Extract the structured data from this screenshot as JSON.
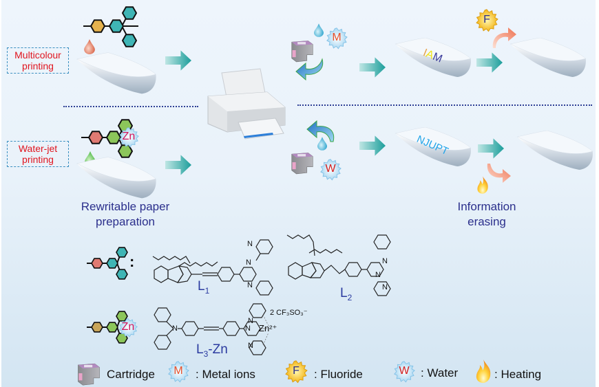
{
  "figure": {
    "rows": [
      {
        "id": "multicolour",
        "label_line1": "Multicolour",
        "label_line2": "printing",
        "paper_text": "IAM",
        "cartridge_badge": "M",
        "erase_badge": "F"
      },
      {
        "id": "water-jet",
        "label_line1": "Water-jet",
        "label_line2": "printing",
        "complex_badge": "Zn",
        "paper_text": "NJUPT",
        "cartridge_badge": "W"
      }
    ],
    "captions": {
      "preparation_line1": "Rewritable paper",
      "preparation_line2": "preparation",
      "erasing_line1": "Information",
      "erasing_line2": "erasing"
    },
    "molecules": {
      "colon": ":",
      "l1_main": "L",
      "l1_sub": "1",
      "l2_main": "L",
      "l2_sub": "2",
      "l3_main": "L",
      "l3_sub": "3",
      "l3_suffix": "-Zn",
      "zn_badge": "Zn",
      "counter_ion": "2 CF₃SO₃⁻",
      "zn_ion": "Zn²⁺",
      "n_atom": "N"
    },
    "legend": [
      {
        "icon": "cartridge-icon",
        "label": "Cartridge"
      },
      {
        "icon": "metal-ion-badge-icon",
        "badge": "M",
        "label": ":  Metal ions"
      },
      {
        "icon": "fluoride-badge-icon",
        "badge": "F",
        "label": ":  Fluoride"
      },
      {
        "icon": "water-badge-icon",
        "badge": "W",
        "label": ": Water"
      },
      {
        "icon": "flame-icon",
        "label": ": Heating"
      }
    ],
    "colors": {
      "label_red": "#e0141e",
      "caption_navy": "#2b2f8c",
      "teal_hex": "#3fb5b5",
      "orange_hex": "#e5b24d",
      "red_hex": "#e07a72",
      "green_hex": "#8cc65a",
      "arrow_teal": "#1fa2a0",
      "arrow_orange": "#f08a66",
      "badge_blue": "#cfe8f8",
      "badge_gold": "#f7c92b"
    }
  }
}
